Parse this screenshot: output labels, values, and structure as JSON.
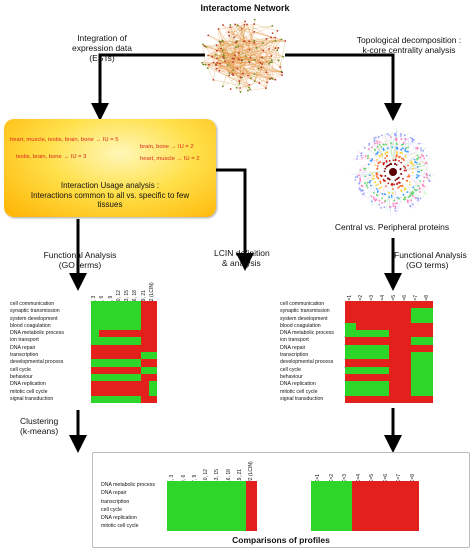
{
  "title": "Interactome Network",
  "left_branch": {
    "integration_label_1": "Integration of",
    "integration_label_2": "expression data",
    "integration_label_3": "(ESTs)"
  },
  "right_branch": {
    "topo_label_1": "Topological decomposition :",
    "topo_label_2": "k-core centrality analysis",
    "central_label": "Central vs. Peripheral proteins",
    "functional_1": "Functional Analysis",
    "functional_2": "(GO terms)"
  },
  "yellow_box": {
    "examples": [
      "heart, muscle, testis, brain, bone → IU = 5",
      "testis, brain, bone → IU = 3",
      "brain, bone → IU = 2",
      "heart, muscle → IU = 2"
    ],
    "title_1": "Interaction Usage analysis :",
    "title_2": "Interactions common to all vs. specific to few",
    "title_3": "tissues"
  },
  "left_functional": {
    "line_1": "Functional Analysis",
    "line_2": "(GO terms)"
  },
  "lcin": {
    "line_1": "LCIN definition",
    "line_2": "& analysis"
  },
  "clustering": {
    "line_1": "Clustering",
    "line_2": "(k-means)"
  },
  "heatmap_rows": [
    "cell communication",
    "synaptic transmission",
    "system development",
    "blood coagulation",
    "DNA metabolic process",
    "ion transport",
    "DNA repair",
    "transcription",
    "developmental process",
    "cell cycle",
    "behaviour",
    "DNA replication",
    "mitotic cell cycle",
    "signal transduction"
  ],
  "left_heatmap_cols": [
    "1, 3",
    "4, 6",
    "7, 9",
    "10, 12",
    "13, 15",
    "16, 18",
    "19, 21",
    "22 (LCIN)"
  ],
  "right_heatmap_cols": [
    "K=1",
    "K=2",
    "K=3",
    "K=4",
    "K=5",
    "K=6",
    "K=7",
    "K=8"
  ],
  "left_heatmap_values": [
    [
      1,
      1,
      1,
      1,
      1,
      1,
      0,
      0
    ],
    [
      1,
      1,
      1,
      1,
      1,
      1,
      0,
      0
    ],
    [
      1,
      1,
      1,
      1,
      1,
      1,
      0,
      0
    ],
    [
      1,
      1,
      1,
      1,
      1,
      1,
      0,
      0
    ],
    [
      1,
      0,
      0,
      0,
      0,
      0,
      0,
      0
    ],
    [
      1,
      1,
      1,
      1,
      1,
      1,
      0,
      0
    ],
    [
      0,
      0,
      0,
      0,
      0,
      0,
      0,
      0
    ],
    [
      0,
      0,
      0,
      0,
      0,
      0,
      1,
      1
    ],
    [
      1,
      1,
      1,
      1,
      1,
      1,
      0,
      0
    ],
    [
      0,
      0,
      0,
      0,
      0,
      0,
      1,
      1
    ],
    [
      1,
      1,
      1,
      1,
      1,
      1,
      0,
      0
    ],
    [
      0,
      0,
      0,
      0,
      0,
      0,
      0,
      1
    ],
    [
      0,
      0,
      0,
      0,
      0,
      0,
      0,
      1
    ],
    [
      1,
      1,
      1,
      1,
      1,
      1,
      0,
      0
    ]
  ],
  "right_heatmap_values": [
    [
      0,
      0,
      0,
      0,
      0,
      0,
      0,
      0
    ],
    [
      0,
      0,
      0,
      0,
      0,
      0,
      1,
      1
    ],
    [
      0,
      0,
      0,
      0,
      0,
      0,
      1,
      1
    ],
    [
      1,
      0,
      0,
      0,
      0,
      0,
      0,
      0
    ],
    [
      1,
      1,
      1,
      1,
      0,
      0,
      0,
      0
    ],
    [
      0,
      0,
      0,
      0,
      0,
      0,
      1,
      1
    ],
    [
      1,
      1,
      1,
      1,
      0,
      0,
      0,
      0
    ],
    [
      1,
      1,
      1,
      1,
      0,
      0,
      1,
      1
    ],
    [
      0,
      0,
      0,
      0,
      0,
      0,
      1,
      1
    ],
    [
      1,
      1,
      1,
      1,
      0,
      0,
      1,
      1
    ],
    [
      0,
      0,
      0,
      0,
      0,
      0,
      1,
      1
    ],
    [
      1,
      1,
      1,
      1,
      0,
      0,
      1,
      1
    ],
    [
      1,
      1,
      1,
      1,
      0,
      0,
      1,
      1
    ],
    [
      0,
      0,
      0,
      0,
      0,
      0,
      0,
      0
    ]
  ],
  "comparison": {
    "title": "Comparisons of profiles",
    "rows": [
      "DNA metabolic process",
      "DNA repair",
      "transcription",
      "cell cycle",
      "DNA replication",
      "mitotic cell cycle"
    ],
    "left_cols": [
      "1, 3",
      "4, 6",
      "7, 9",
      "10, 12",
      "13, 15",
      "16, 18",
      "19, 21",
      "22 (LCIN)"
    ],
    "right_cols": [
      "K=1",
      "K=2",
      "K=3",
      "K=4",
      "K=5",
      "K=6",
      "K=7",
      "K=8"
    ],
    "left_split_col": 7,
    "right_split_col": 3
  },
  "colors": {
    "red": "#e3201b",
    "green": "#2fd62a",
    "network_orange": "#e8842a",
    "arrow": "#000000"
  }
}
